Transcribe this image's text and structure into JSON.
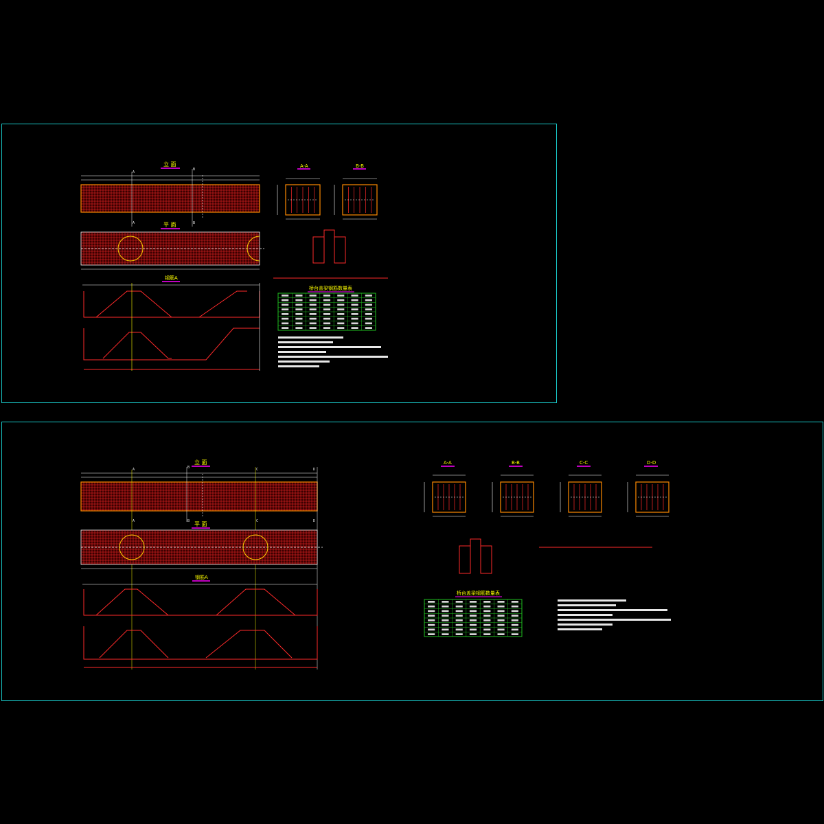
{
  "drawing": {
    "title": "",
    "colors": {
      "background": "#000000",
      "frame": "#19c7c7",
      "rebar": "#ff2a2a",
      "outline": "#ffffff",
      "label": "#ffff00",
      "table_border": "#20c020",
      "circle": "#ffd000",
      "section_edge": "#ff8a00"
    }
  },
  "sheet1": {
    "views": {
      "elevation": "立 面",
      "plan": "平 面",
      "rebar_view": "钢筋A"
    },
    "section_marks": [
      "A",
      "A",
      "B",
      "B"
    ],
    "section_titles": [
      "A-A",
      "B-B"
    ],
    "table_title": "桥台盖梁钢筋数量表"
  },
  "sheet2": {
    "views": {
      "elevation": "立 面",
      "plan": "平 面",
      "rebar_view": "钢筋A"
    },
    "section_marks": [
      "A",
      "A",
      "B",
      "B",
      "C",
      "C",
      "D",
      "D"
    ],
    "section_titles": [
      "A-A",
      "B-B",
      "C-C",
      "D-D"
    ],
    "table_title": "桥台盖梁钢筋数量表"
  }
}
